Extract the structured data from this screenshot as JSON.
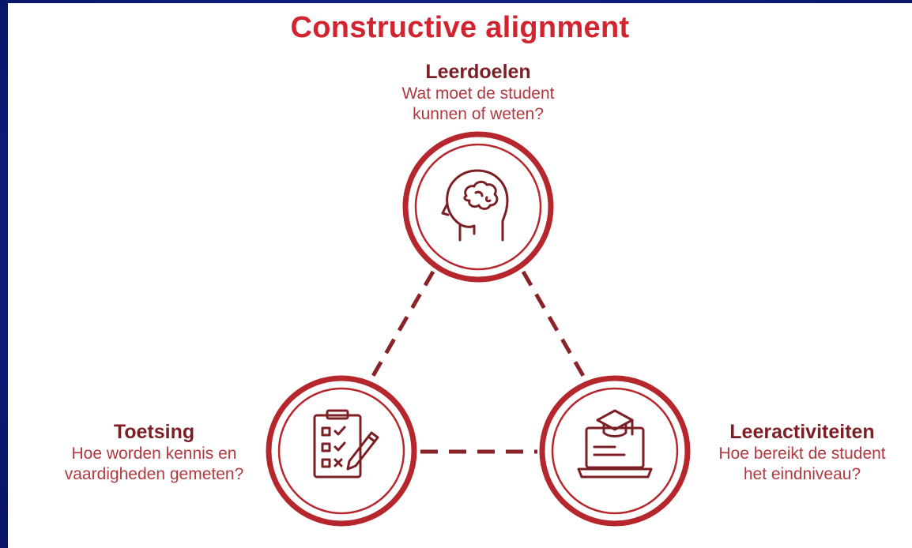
{
  "title": "Constructive alignment",
  "nodes": {
    "top": {
      "heading": "Leerdoelen",
      "desc_line1": "Wat moet de student",
      "desc_line2": "kunnen of weten?",
      "icon": "brain-head-icon"
    },
    "left": {
      "heading": "Toetsing",
      "desc_line1": "Hoe worden kennis en",
      "desc_line2": "vaardigheden gemeten?",
      "icon": "checklist-clipboard-icon"
    },
    "right": {
      "heading": "Leeractiviteiten",
      "desc_line1": "Hoe bereikt de student",
      "desc_line2": "het eindniveau?",
      "icon": "laptop-graduation-cap-icon"
    }
  },
  "colors": {
    "accent": "#d2232f",
    "circle": "#b5262d",
    "heading": "#7b1f25",
    "text": "#b13a40",
    "background": "#0e1f80"
  }
}
